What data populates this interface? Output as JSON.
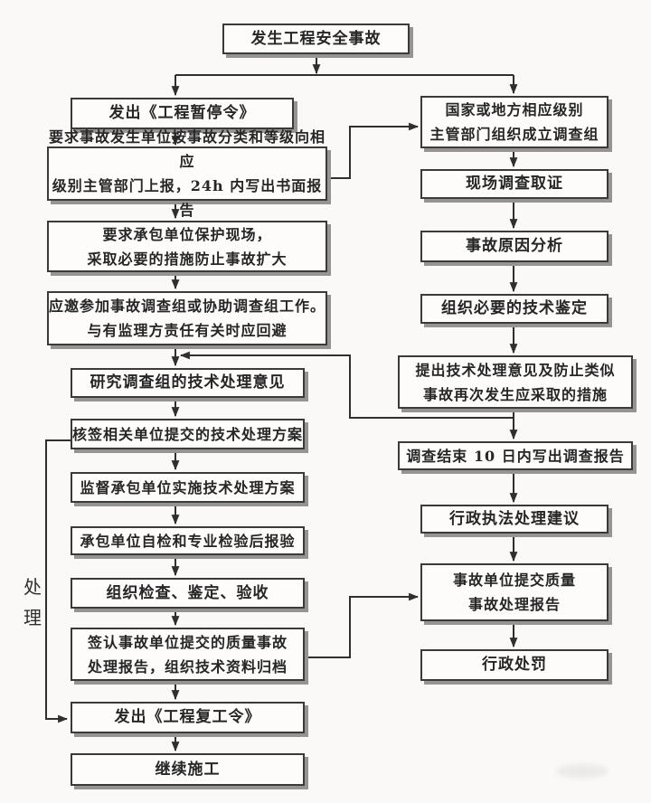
{
  "diagram": {
    "side_label": "处\n理",
    "start": {
      "text": "发生工程安全事故"
    },
    "left": [
      {
        "text": "发出《工程暂停令》"
      },
      {
        "text": "要求事故发生单位按事故分类和等级向相应\n级别主管部门上报，24h 内写出书面报告"
      },
      {
        "text": "要求承包单位保护现场，\n采取必要的措施防止事故扩大"
      },
      {
        "text": "应邀参加事故调查组或协助调查组工作。\n与有监理方责任有关时应回避"
      },
      {
        "text": "研究调查组的技术处理意见"
      },
      {
        "text": "核签相关单位提交的技术处理方案"
      },
      {
        "text": "监督承包单位实施技术处理方案"
      },
      {
        "text": "承包单位自检和专业检验后报验"
      },
      {
        "text": "组织检查、鉴定、验收"
      },
      {
        "text": "签认事故单位提交的质量事故\n处理报告，组织技术资料归档"
      },
      {
        "text": "发出《工程复工令》"
      },
      {
        "text": "继续施工"
      }
    ],
    "right": [
      {
        "text": "国家或地方相应级别\n主管部门组织成立调查组"
      },
      {
        "text": "现场调查取证"
      },
      {
        "text": "事故原因分析"
      },
      {
        "text": "组织必要的技术鉴定"
      },
      {
        "text": "提出技术处理意见及防止类似\n事故再次发生应采取的措施"
      },
      {
        "text": "调查结束 10 日内写出调查报告"
      },
      {
        "text": "行政执法处理建议"
      },
      {
        "text": "事故单位提交质量\n事故处理报告"
      },
      {
        "text": "行政处罚"
      }
    ],
    "colors": {
      "background": "#fbf9f8",
      "box_fill": "#fdfcfb",
      "box_border": "#3a3a3a",
      "box_shadow": "#969391",
      "line": "#2f2f2f",
      "text": "#262626"
    }
  }
}
